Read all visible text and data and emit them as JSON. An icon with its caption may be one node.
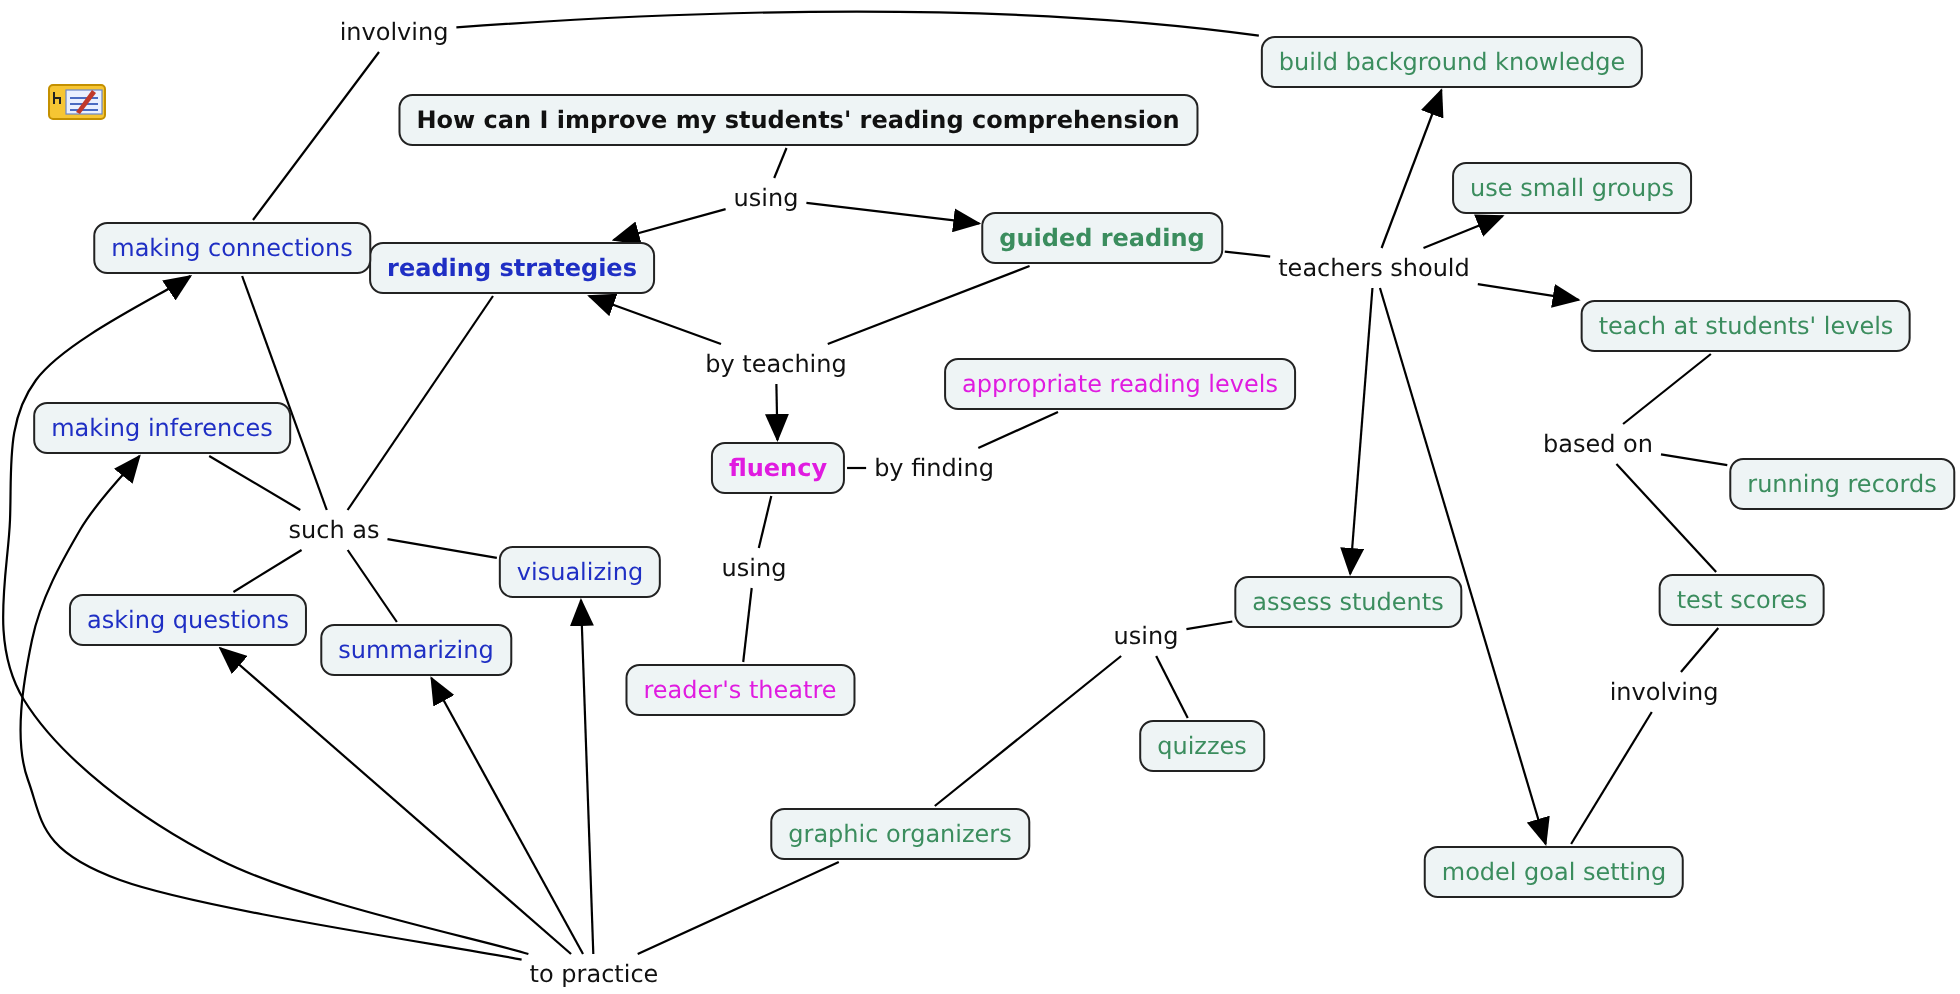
{
  "diagram": {
    "nodes": [
      {
        "text": [
          "How can I improve my students' reading comprehension"
        ]
      },
      {
        "text": [
          "using"
        ]
      },
      {
        "text": [
          "reading strategies"
        ]
      },
      {
        "text": [
          "guided reading"
        ]
      },
      {
        "text": [
          "making connections"
        ]
      },
      {
        "text": [
          "involving"
        ]
      },
      {
        "text": [
          "build background knowledge"
        ]
      },
      {
        "text": [
          "teachers should"
        ]
      },
      {
        "text": [
          "use small groups"
        ]
      },
      {
        "text": [
          "teach at students' levels"
        ]
      },
      {
        "text": [
          "by teaching"
        ]
      },
      {
        "text": [
          "fluency"
        ]
      },
      {
        "text": [
          "by finding"
        ]
      },
      {
        "text": [
          "appropriate reading levels"
        ]
      },
      {
        "text": [
          "making inferences"
        ]
      },
      {
        "text": [
          "such as"
        ]
      },
      {
        "text": [
          "visualizing"
        ]
      },
      {
        "text": [
          "asking questions"
        ]
      },
      {
        "text": [
          "summarizing"
        ]
      },
      {
        "text": [
          "using"
        ]
      },
      {
        "text": [
          "reader's theatre"
        ]
      },
      {
        "text": [
          "based on"
        ]
      },
      {
        "text": [
          "running records"
        ]
      },
      {
        "text": [
          "test scores"
        ]
      },
      {
        "text": [
          "assess students"
        ]
      },
      {
        "text": [
          "using"
        ]
      },
      {
        "text": [
          "quizzes"
        ]
      },
      {
        "text": [
          "involving"
        ]
      },
      {
        "text": [
          "graphic organizers"
        ]
      },
      {
        "text": [
          "model goal setting"
        ]
      },
      {
        "text": [
          "to practice"
        ]
      }
    ],
    "edges": [
      {
        "from": 0,
        "to": 1,
        "arrow": "none"
      },
      {
        "from": 1,
        "to": 2,
        "arrow": "to"
      },
      {
        "from": 1,
        "to": 3,
        "arrow": "to"
      },
      {
        "from": 3,
        "to": 7,
        "arrow": "none"
      },
      {
        "from": 7,
        "to": 6,
        "arrow": "to"
      },
      {
        "from": 7,
        "to": 8,
        "arrow": "to"
      },
      {
        "from": 7,
        "to": 9,
        "arrow": "to"
      },
      {
        "from": 7,
        "to": 24,
        "arrow": "to"
      },
      {
        "from": 7,
        "to": 29,
        "arrow": "to"
      },
      {
        "from": 3,
        "to": 10,
        "arrow": "none"
      },
      {
        "from": 10,
        "to": 2,
        "arrow": "to"
      },
      {
        "from": 10,
        "to": 11,
        "arrow": "to"
      },
      {
        "from": 11,
        "to": 12,
        "arrow": "none"
      },
      {
        "from": 12,
        "to": 13,
        "arrow": "none"
      },
      {
        "from": 11,
        "to": 19,
        "arrow": "none"
      },
      {
        "from": 19,
        "to": 20,
        "arrow": "none"
      },
      {
        "from": 6,
        "to": 5,
        "arrow": "none"
      },
      {
        "from": 5,
        "to": 4,
        "arrow": "none"
      },
      {
        "from": 2,
        "to": 15,
        "arrow": "none"
      },
      {
        "from": 4,
        "to": 15,
        "arrow": "none"
      },
      {
        "from": 14,
        "to": 15,
        "arrow": "none"
      },
      {
        "from": 15,
        "to": 16,
        "arrow": "none"
      },
      {
        "from": 15,
        "to": 17,
        "arrow": "none"
      },
      {
        "from": 15,
        "to": 18,
        "arrow": "none"
      },
      {
        "from": 9,
        "to": 21,
        "arrow": "none"
      },
      {
        "from": 21,
        "to": 22,
        "arrow": "none"
      },
      {
        "from": 21,
        "to": 23,
        "arrow": "none"
      },
      {
        "from": 23,
        "to": 27,
        "arrow": "none"
      },
      {
        "from": 27,
        "to": 29,
        "arrow": "none"
      },
      {
        "from": 24,
        "to": 25,
        "arrow": "none"
      },
      {
        "from": 25,
        "to": 26,
        "arrow": "none"
      },
      {
        "from": 25,
        "to": 28,
        "arrow": "none"
      },
      {
        "from": 28,
        "to": 30,
        "arrow": "none"
      },
      {
        "from": 30,
        "to": 4,
        "arrow": "to"
      },
      {
        "from": 30,
        "to": 14,
        "arrow": "to"
      },
      {
        "from": 30,
        "to": 17,
        "arrow": "to"
      },
      {
        "from": 30,
        "to": 18,
        "arrow": "to"
      },
      {
        "from": 30,
        "to": 16,
        "arrow": "to"
      }
    ]
  }
}
